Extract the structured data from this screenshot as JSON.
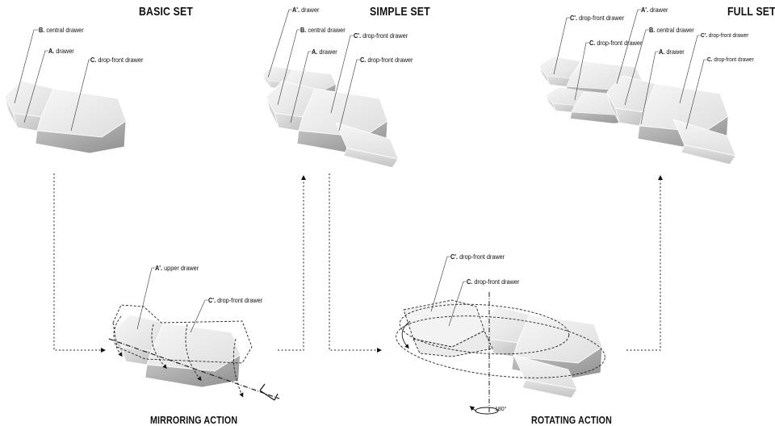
{
  "sets": {
    "basic": "BASIC SET",
    "simple": "SIMPLE SET",
    "full": "FULL SET"
  },
  "actions": {
    "mirroring": "MIRRORING ACTION",
    "rotating": "ROTATING ACTION",
    "rotation_angle": "180°"
  },
  "labels": {
    "basic": [
      {
        "key": "B.",
        "text": "central drawer"
      },
      {
        "key": "A.",
        "text": "drawer"
      },
      {
        "key": "C.",
        "text": "drop-front drawer"
      }
    ],
    "simple": [
      {
        "key": "A'.",
        "text": "drawer"
      },
      {
        "key": "B.",
        "text": "central drawer"
      },
      {
        "key": "C'.",
        "text": "drop-front drawer"
      },
      {
        "key": "A.",
        "text": "drawer"
      },
      {
        "key": "C.",
        "text": "drop-front drawer"
      }
    ],
    "full": [
      {
        "key": "C'.",
        "text": "drop-front drawer"
      },
      {
        "key": "A'.",
        "text": "drawer"
      },
      {
        "key": "C.",
        "text": "drop-front drawer"
      },
      {
        "key": "B.",
        "text": "central drawer"
      },
      {
        "key": "C'.",
        "text": "drop-front drawer"
      },
      {
        "key": "A.",
        "text": "drawer"
      },
      {
        "key": "C.",
        "text": "drop-front drawer"
      }
    ],
    "mirroring": [
      {
        "key": "A'.",
        "text": "upper drawer"
      },
      {
        "key": "C'.",
        "text": "drop-front drawer"
      }
    ],
    "rotating": [
      {
        "key": "C'.",
        "text": "drop-front drawer"
      },
      {
        "key": "C.",
        "text": "drop-front drawer"
      }
    ]
  },
  "colors": {
    "face_light": "#f2f2f2",
    "face_mid": "#dcdcdc",
    "face_dark": "#b4b4b4",
    "edge": "#ffffff",
    "line": "#222222"
  }
}
